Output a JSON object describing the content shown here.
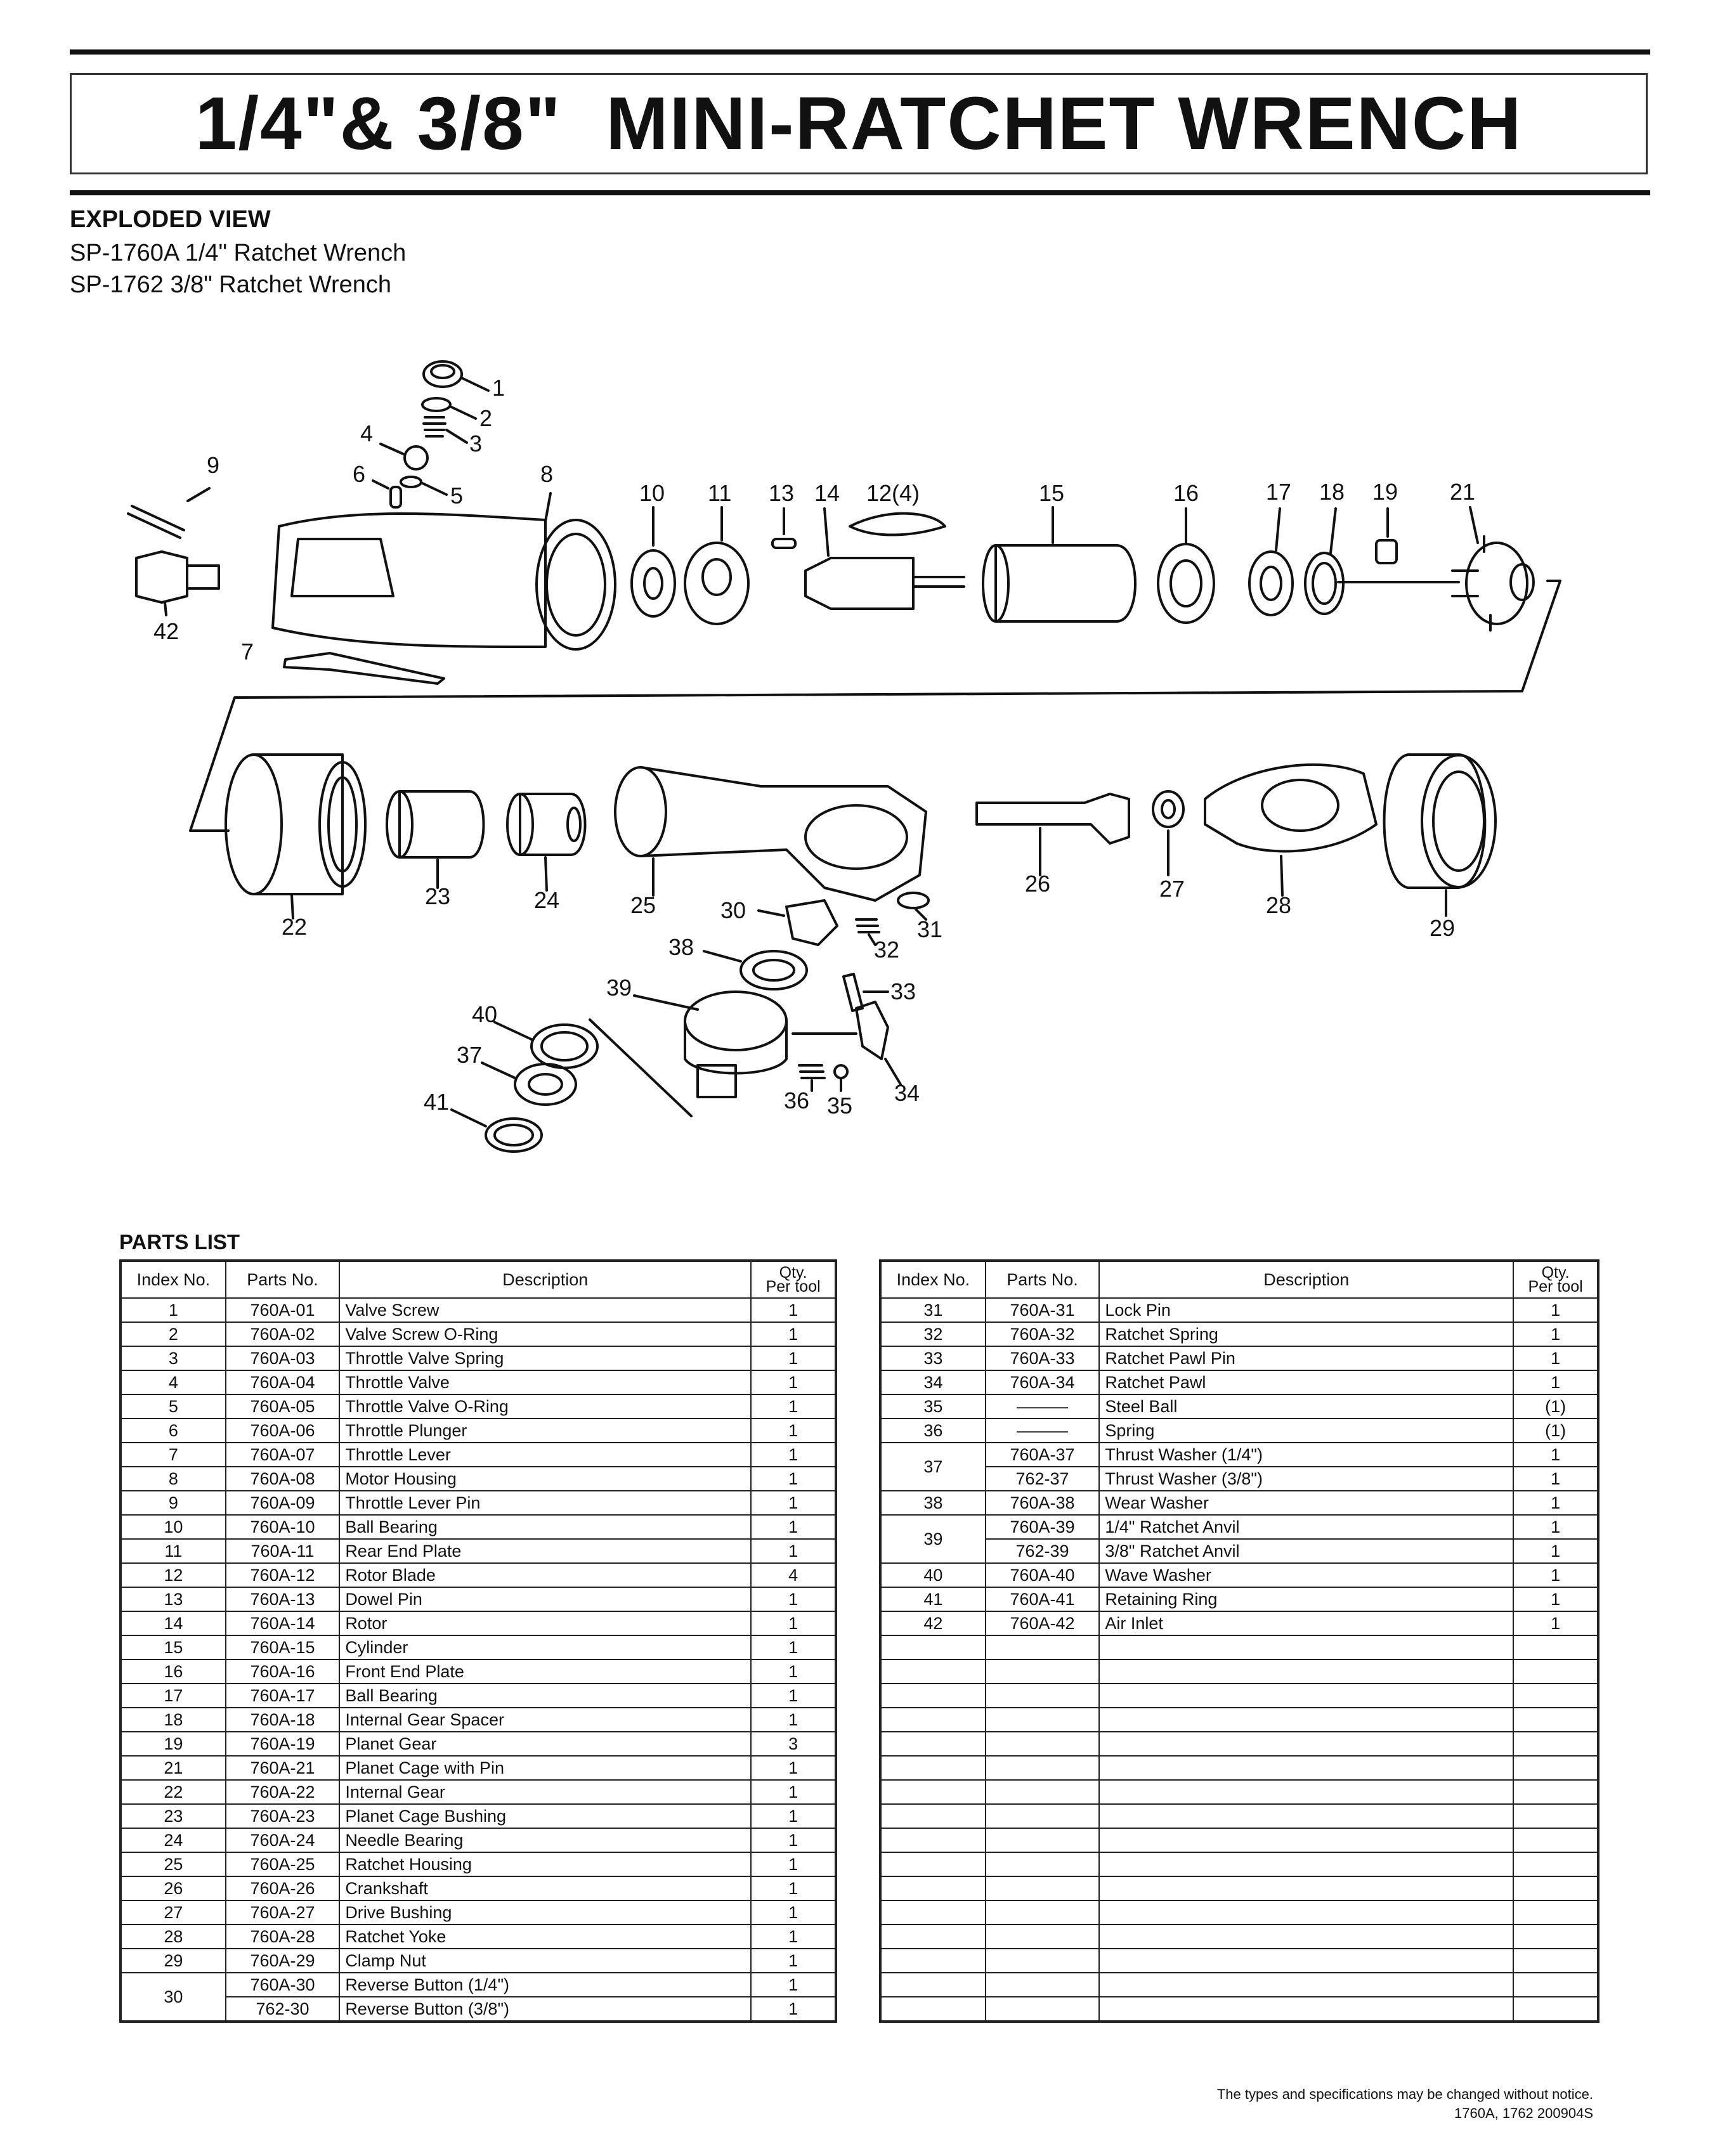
{
  "title": "1/4\"& 3/8\"  MINI-RATCHET WRENCH",
  "section_heading": "EXPLODED VIEW",
  "models": [
    "SP-1760A 1/4\" Ratchet Wrench",
    "SP-1762 3/8\" Ratchet Wrench"
  ],
  "diagram_labels": {
    "l1": "1",
    "l2": "2",
    "l3": "3",
    "l4": "4",
    "l5": "5",
    "l6": "6",
    "l7": "7",
    "l8": "8",
    "l9": "9",
    "l10": "10",
    "l11": "11",
    "l12": "12(4)",
    "l13": "13",
    "l14": "14",
    "l15": "15",
    "l16": "16",
    "l17": "17",
    "l18": "18",
    "l19": "19",
    "l21": "21",
    "l22": "22",
    "l23": "23",
    "l24": "24",
    "l25": "25",
    "l26": "26",
    "l27": "27",
    "l28": "28",
    "l29": "29",
    "l30": "30",
    "l31": "31",
    "l32": "32",
    "l33": "33",
    "l34": "34",
    "l35": "35",
    "l36": "36",
    "l37": "37",
    "l38": "38",
    "l39": "39",
    "l40": "40",
    "l41": "41",
    "l42": "42"
  },
  "parts_list_label": "PARTS LIST",
  "columns": {
    "index": "Index No.",
    "parts": "Parts No.",
    "description": "Description",
    "qty1": "Qty.",
    "qty2": "Per tool"
  },
  "left_rows": [
    {
      "idx": "1",
      "part": "760A-01",
      "desc": "Valve Screw",
      "qty": "1"
    },
    {
      "idx": "2",
      "part": "760A-02",
      "desc": "Valve Screw O-Ring",
      "qty": "1"
    },
    {
      "idx": "3",
      "part": "760A-03",
      "desc": "Throttle Valve Spring",
      "qty": "1"
    },
    {
      "idx": "4",
      "part": "760A-04",
      "desc": "Throttle Valve",
      "qty": "1"
    },
    {
      "idx": "5",
      "part": "760A-05",
      "desc": "Throttle Valve O-Ring",
      "qty": "1"
    },
    {
      "idx": "6",
      "part": "760A-06",
      "desc": "Throttle Plunger",
      "qty": "1"
    },
    {
      "idx": "7",
      "part": "760A-07",
      "desc": "Throttle Lever",
      "qty": "1"
    },
    {
      "idx": "8",
      "part": "760A-08",
      "desc": "Motor Housing",
      "qty": "1"
    },
    {
      "idx": "9",
      "part": "760A-09",
      "desc": "Throttle Lever Pin",
      "qty": "1"
    },
    {
      "idx": "10",
      "part": "760A-10",
      "desc": "Ball Bearing",
      "qty": "1"
    },
    {
      "idx": "11",
      "part": "760A-11",
      "desc": "Rear End Plate",
      "qty": "1"
    },
    {
      "idx": "12",
      "part": "760A-12",
      "desc": "Rotor Blade",
      "qty": "4"
    },
    {
      "idx": "13",
      "part": "760A-13",
      "desc": "Dowel Pin",
      "qty": "1"
    },
    {
      "idx": "14",
      "part": "760A-14",
      "desc": "Rotor",
      "qty": "1"
    },
    {
      "idx": "15",
      "part": "760A-15",
      "desc": "Cylinder",
      "qty": "1"
    },
    {
      "idx": "16",
      "part": "760A-16",
      "desc": "Front End Plate",
      "qty": "1"
    },
    {
      "idx": "17",
      "part": "760A-17",
      "desc": "Ball Bearing",
      "qty": "1"
    },
    {
      "idx": "18",
      "part": "760A-18",
      "desc": "Internal Gear Spacer",
      "qty": "1"
    },
    {
      "idx": "19",
      "part": "760A-19",
      "desc": "Planet Gear",
      "qty": "3"
    },
    {
      "idx": "21",
      "part": "760A-21",
      "desc": "Planet Cage with Pin",
      "qty": "1"
    },
    {
      "idx": "22",
      "part": "760A-22",
      "desc": "Internal Gear",
      "qty": "1"
    },
    {
      "idx": "23",
      "part": "760A-23",
      "desc": "Planet Cage Bushing",
      "qty": "1"
    },
    {
      "idx": "24",
      "part": "760A-24",
      "desc": "Needle Bearing",
      "qty": "1"
    },
    {
      "idx": "25",
      "part": "760A-25",
      "desc": "Ratchet Housing",
      "qty": "1"
    },
    {
      "idx": "26",
      "part": "760A-26",
      "desc": "Crankshaft",
      "qty": "1"
    },
    {
      "idx": "27",
      "part": "760A-27",
      "desc": "Drive Bushing",
      "qty": "1"
    },
    {
      "idx": "28",
      "part": "760A-28",
      "desc": "Ratchet Yoke",
      "qty": "1"
    },
    {
      "idx": "29",
      "part": "760A-29",
      "desc": "Clamp Nut",
      "qty": "1"
    },
    {
      "idx": "30",
      "part": "760A-30",
      "desc": "Reverse Button (1/4\")",
      "qty": "1"
    },
    {
      "idx": "",
      "part": "762-30",
      "desc": "Reverse Button (3/8\")",
      "qty": "1"
    }
  ],
  "right_rows": [
    {
      "idx": "31",
      "part": "760A-31",
      "desc": "Lock Pin",
      "qty": "1"
    },
    {
      "idx": "32",
      "part": "760A-32",
      "desc": "Ratchet Spring",
      "qty": "1"
    },
    {
      "idx": "33",
      "part": "760A-33",
      "desc": "Ratchet Pawl Pin",
      "qty": "1"
    },
    {
      "idx": "34",
      "part": "760A-34",
      "desc": "Ratchet Pawl",
      "qty": "1"
    },
    {
      "idx": "35",
      "part": "———",
      "desc": "Steel Ball",
      "qty": "(1)"
    },
    {
      "idx": "36",
      "part": "———",
      "desc": "Spring",
      "qty": "(1)"
    },
    {
      "idx": "37",
      "part": "760A-37",
      "desc": "Thrust Washer (1/4\")",
      "qty": "1"
    },
    {
      "idx": "",
      "part": "762-37",
      "desc": "Thrust Washer (3/8\")",
      "qty": "1"
    },
    {
      "idx": "38",
      "part": "760A-38",
      "desc": "Wear Washer",
      "qty": "1"
    },
    {
      "idx": "39",
      "part": "760A-39",
      "desc": "1/4\" Ratchet Anvil",
      "qty": "1"
    },
    {
      "idx": "",
      "part": "762-39",
      "desc": "3/8\" Ratchet Anvil",
      "qty": "1"
    },
    {
      "idx": "40",
      "part": "760A-40",
      "desc": "Wave Washer",
      "qty": "1"
    },
    {
      "idx": "41",
      "part": "760A-41",
      "desc": "Retaining Ring",
      "qty": "1"
    },
    {
      "idx": "42",
      "part": "760A-42",
      "desc": "Air Inlet",
      "qty": "1"
    }
  ],
  "footer": {
    "notice": "The types and specifications may be changed without notice.",
    "code": "1760A, 1762  200904S"
  }
}
